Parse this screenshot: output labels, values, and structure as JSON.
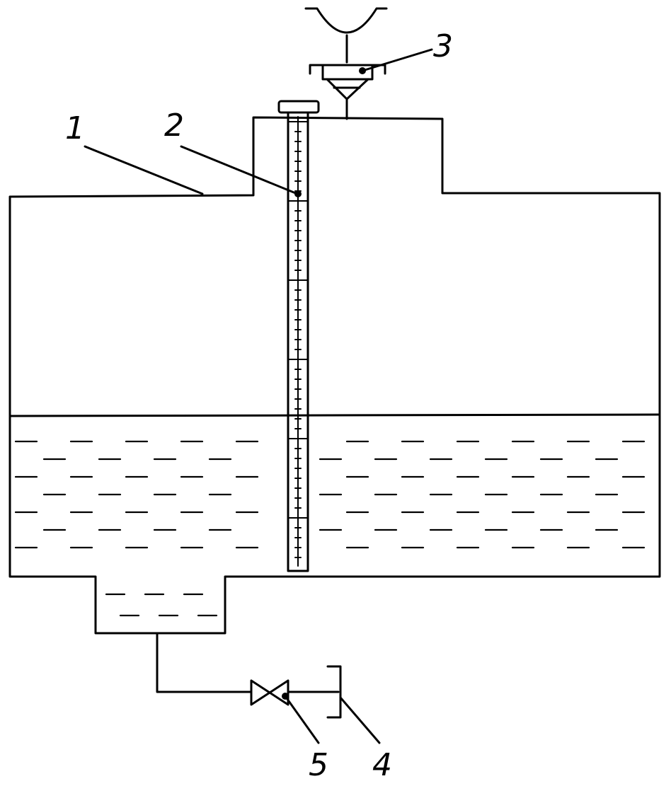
{
  "diagram": {
    "labels": [
      {
        "id": "1",
        "text": "1"
      },
      {
        "id": "2",
        "text": "2"
      },
      {
        "id": "3",
        "text": "3"
      },
      {
        "id": "4",
        "text": "4"
      },
      {
        "id": "5",
        "text": "5"
      }
    ],
    "colors": {
      "ink": "#000000",
      "background": "#ffffff"
    },
    "liquid_dash_rows": 7
  }
}
